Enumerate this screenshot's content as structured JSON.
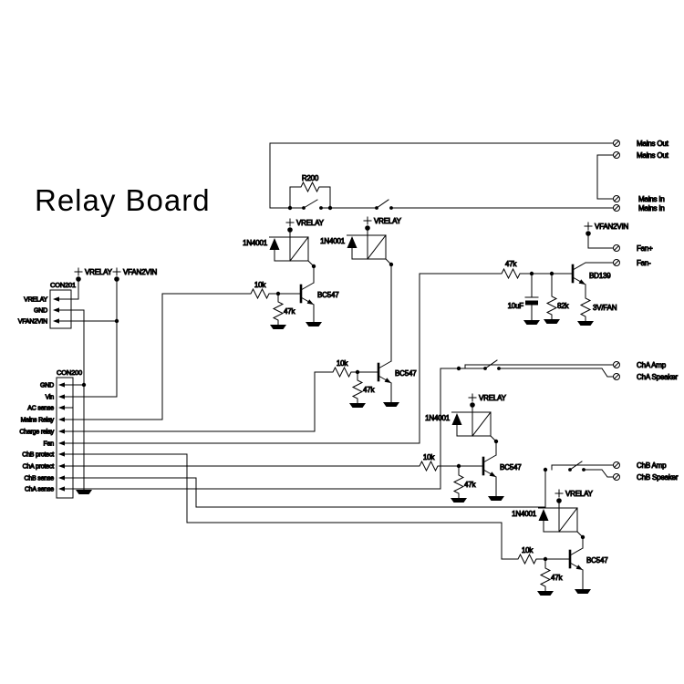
{
  "title": "Relay Board",
  "mains": {
    "resistor": "R200",
    "out1": "Mains Out",
    "out2": "Mains Out",
    "in1": "Mains In",
    "in2": "Mains In"
  },
  "con201": {
    "name": "CON201",
    "pins": [
      "VRELAY",
      "GND",
      "VFAN2VIN"
    ],
    "flag_vrelay": "VRELAY",
    "flag_vfan": "VFAN2VIN"
  },
  "con200": {
    "name": "CON200",
    "pins": [
      "GND",
      "Vin",
      "AC sense",
      "Mains Relay",
      "Charge relay",
      "Fan",
      "ChB protect",
      "ChA protect",
      "ChB sense",
      "ChA sense"
    ]
  },
  "mains_relay": {
    "flag": "VRELAY",
    "diode": "1N4001",
    "transistor": "BC547",
    "r_base": "10k",
    "r_pull": "47k"
  },
  "charge_relay": {
    "flag": "VRELAY",
    "diode": "1N4001",
    "transistor": "BC547",
    "r_base": "10k",
    "r_pull": "47k"
  },
  "fan": {
    "flag": "VFAN2VIN",
    "r_in": "47k",
    "cap": "10uF",
    "r_pull": "82k",
    "transistor": "BD139",
    "r_emitter": "3V/FAN",
    "out_plus": "Fan+",
    "out_minus": "Fan-"
  },
  "cha": {
    "flag": "VRELAY",
    "diode": "1N4001",
    "transistor": "BC547",
    "r_base": "10k",
    "r_pull": "47k",
    "amp": "ChA Amp",
    "speaker": "ChA Speaker"
  },
  "chb": {
    "flag": "VRELAY",
    "diode": "1N4001",
    "transistor": "BC547",
    "r_base": "10k",
    "r_pull": "47k",
    "amp": "ChB Amp",
    "speaker": "ChB Speaker"
  }
}
